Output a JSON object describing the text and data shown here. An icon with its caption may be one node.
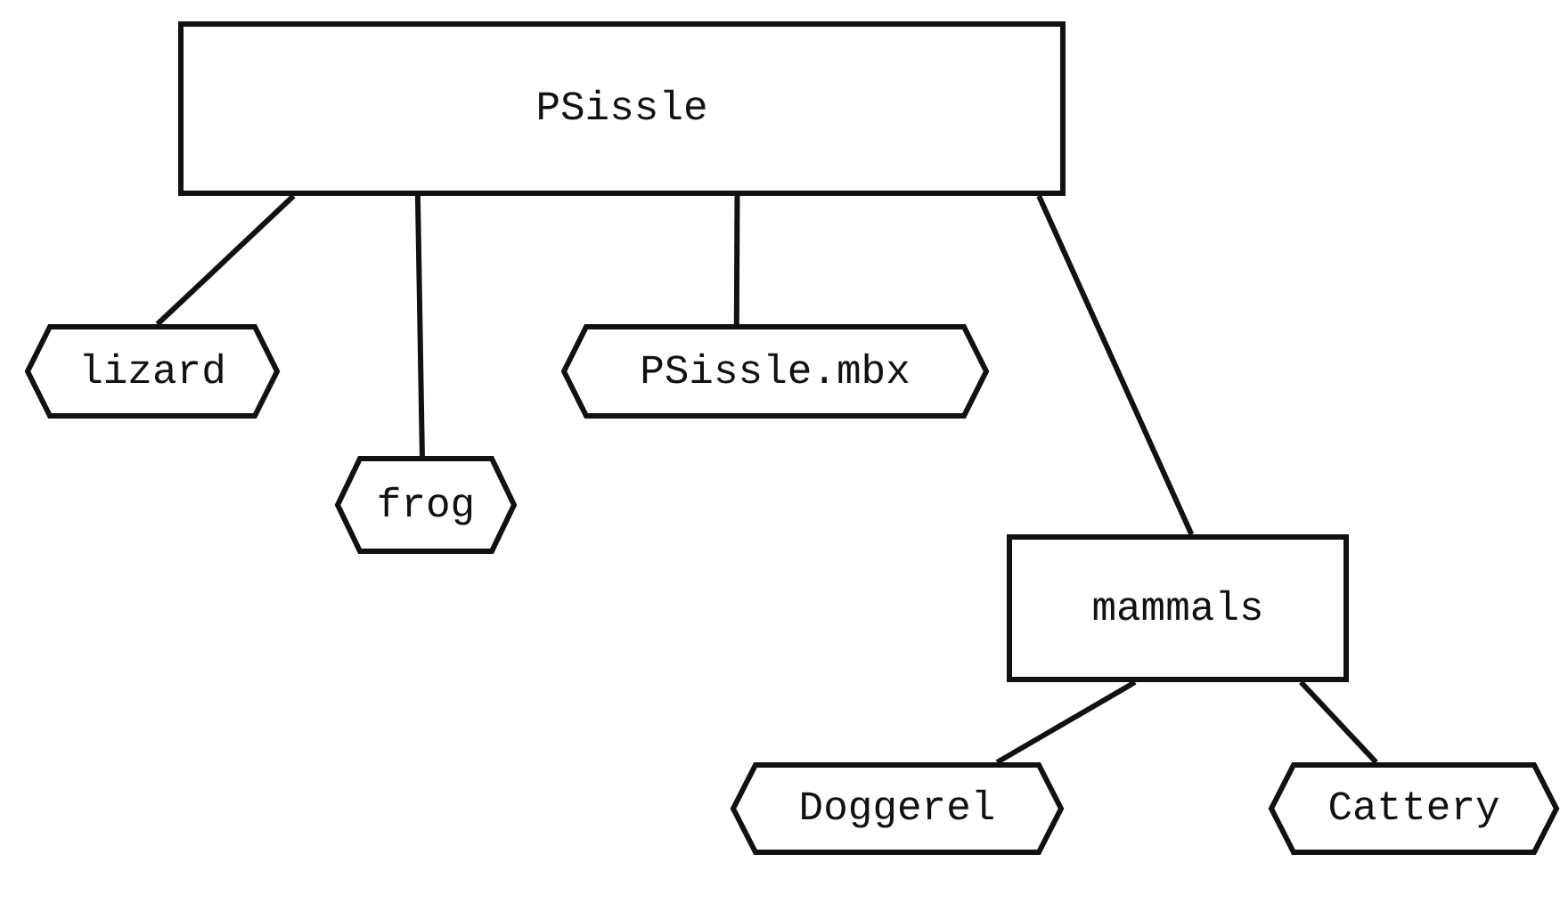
{
  "diagram": {
    "nodes": [
      {
        "text": [
          "PSissle"
        ]
      },
      {
        "text": [
          "lizard"
        ]
      },
      {
        "text": [
          "frog"
        ]
      },
      {
        "text": [
          "PSissle.mbx"
        ]
      },
      {
        "text": [
          "mammals"
        ]
      },
      {
        "text": [
          "Doggerel"
        ]
      },
      {
        "text": [
          "Cattery"
        ]
      }
    ],
    "edges": [
      {
        "from": 0,
        "to": 1,
        "arrow": "none"
      },
      {
        "from": 0,
        "to": 2,
        "arrow": "none"
      },
      {
        "from": 0,
        "to": 3,
        "arrow": "none"
      },
      {
        "from": 0,
        "to": 4,
        "arrow": "none"
      },
      {
        "from": 4,
        "to": 5,
        "arrow": "none"
      },
      {
        "from": 4,
        "to": 6,
        "arrow": "none"
      }
    ]
  }
}
